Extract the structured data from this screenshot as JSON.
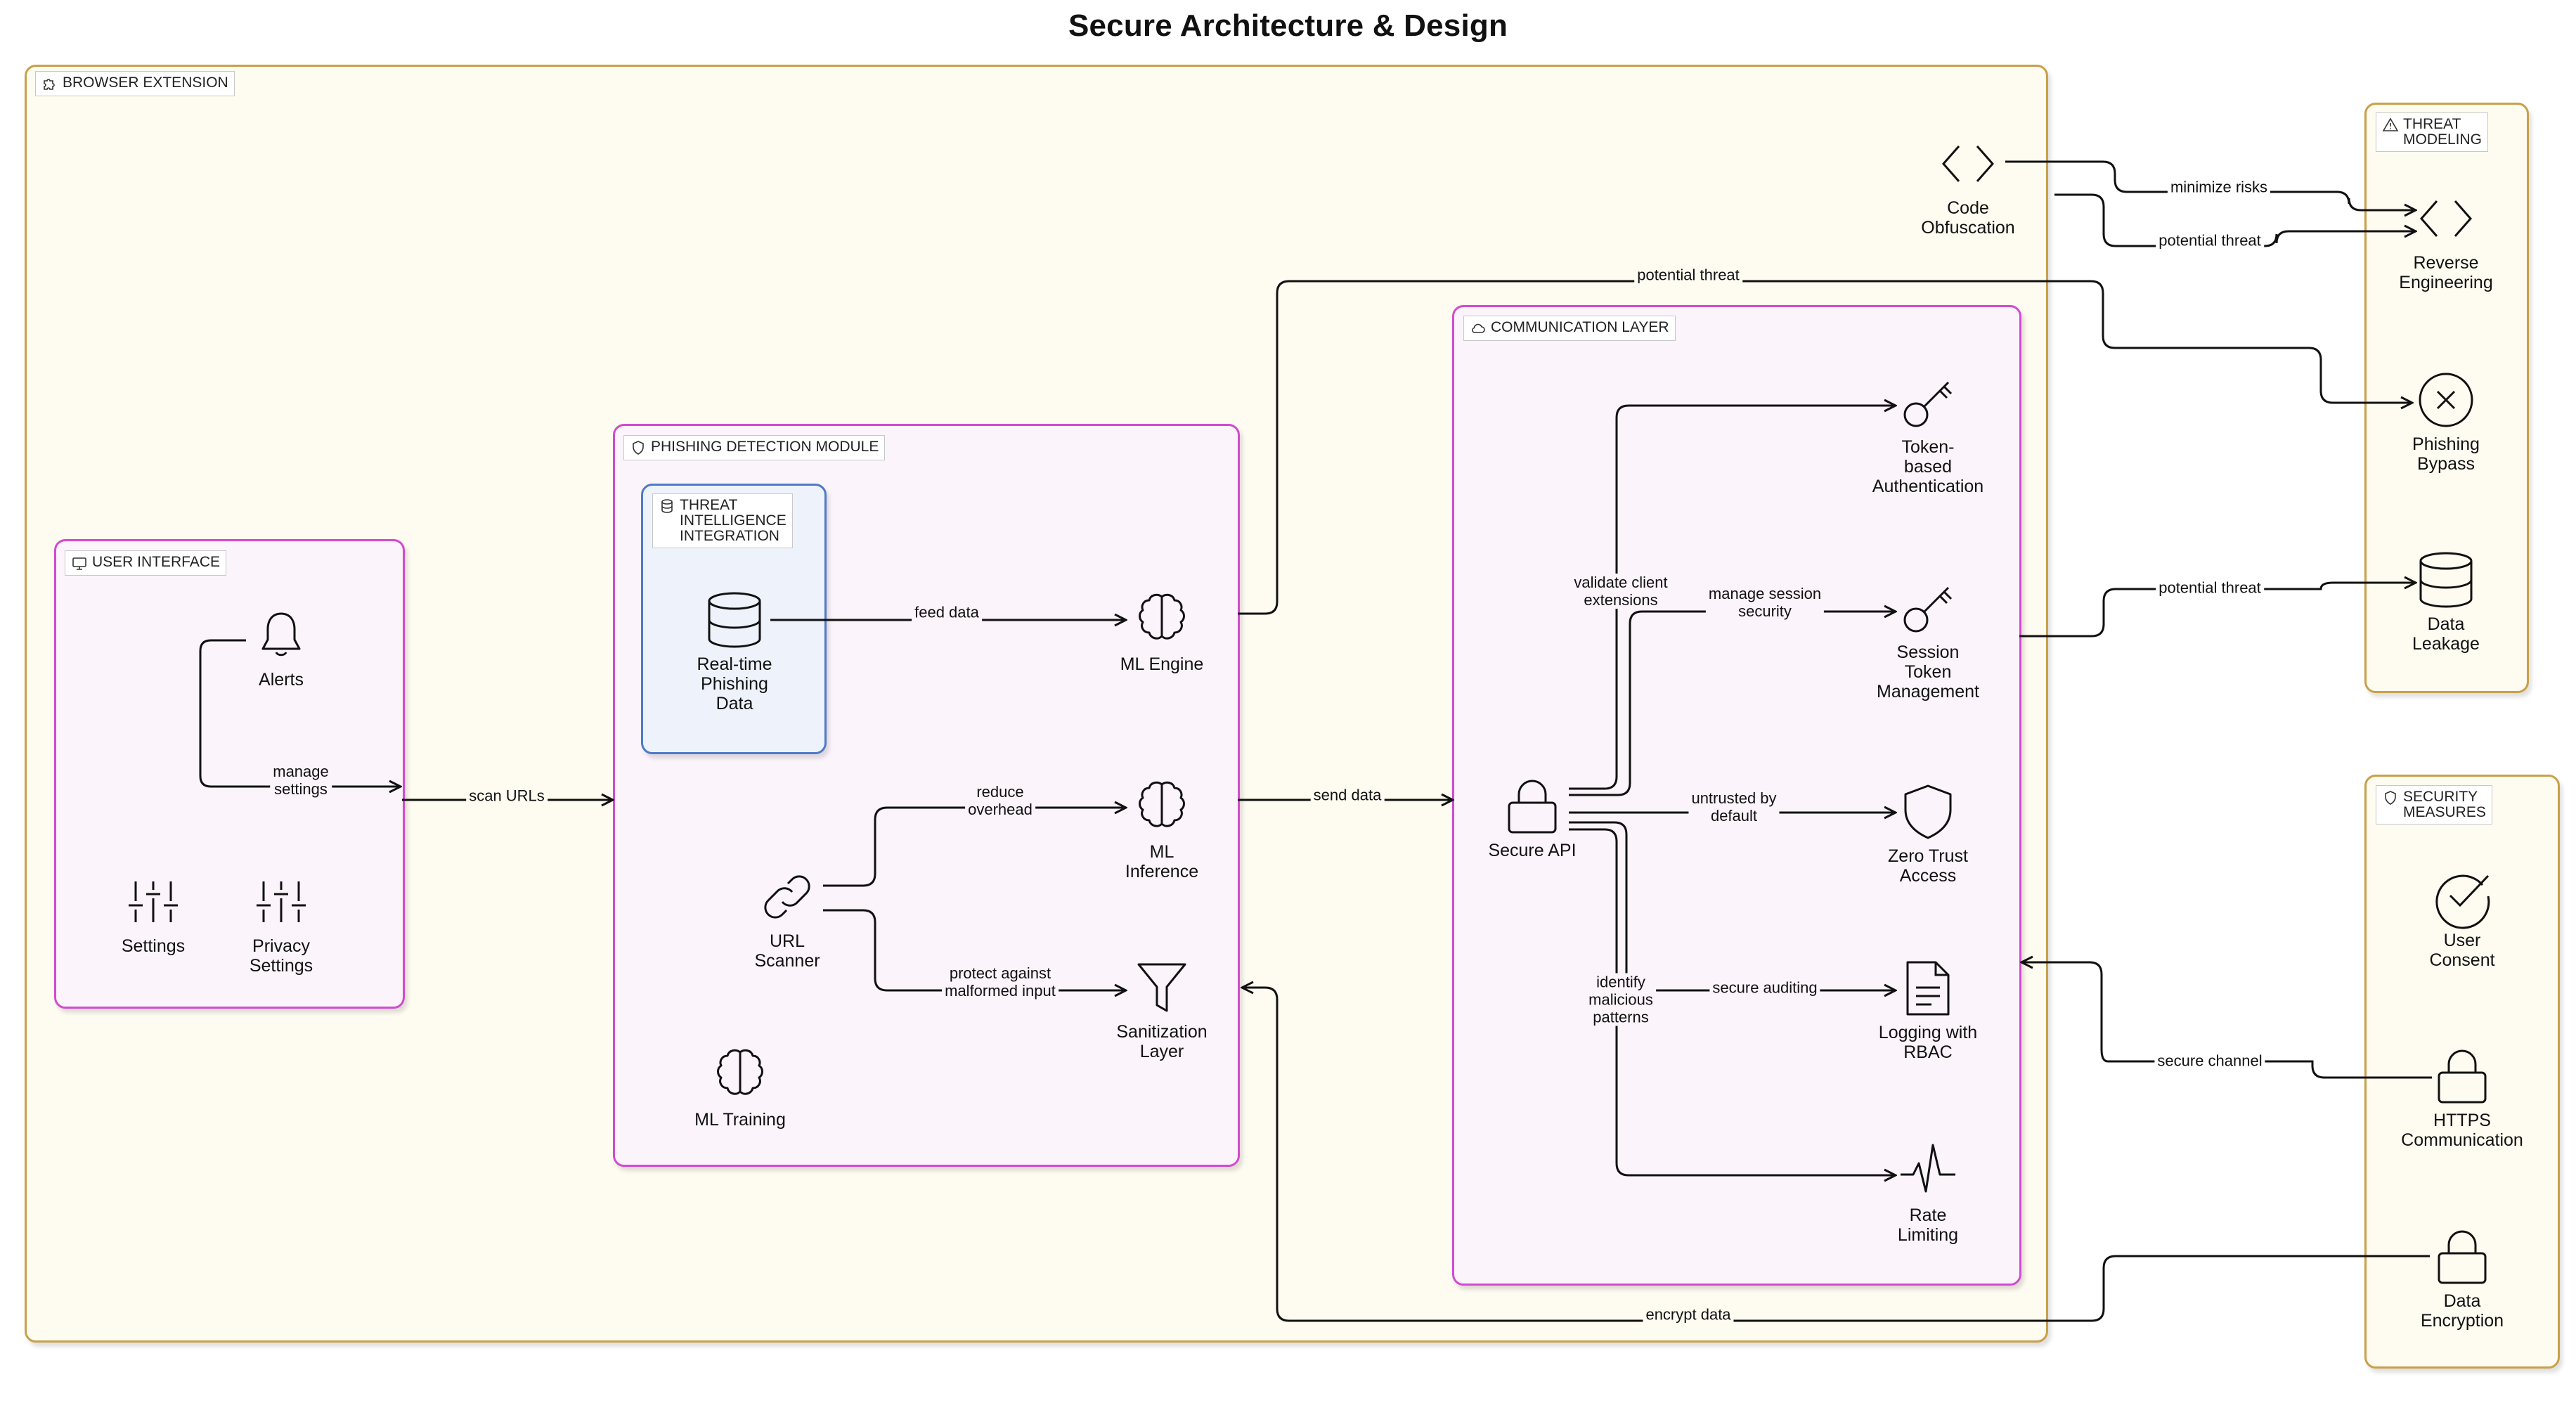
{
  "title": "Secure Architecture & Design",
  "groups": {
    "browser_extension": {
      "label": "BROWSER EXTENSION",
      "icon": "puzzle-icon"
    },
    "user_interface": {
      "label": "USER INTERFACE",
      "icon": "monitor-icon"
    },
    "phishing_detection": {
      "label": "PHISHING DETECTION MODULE",
      "icon": "shield-icon"
    },
    "threat_intel": {
      "label": "THREAT\nINTELLIGENCE\nINTEGRATION",
      "icon": "database-icon"
    },
    "communication": {
      "label": "COMMUNICATION LAYER",
      "icon": "cloud-icon"
    },
    "threat_modeling": {
      "label": "THREAT\nMODELING",
      "icon": "warning-icon"
    },
    "security_measures": {
      "label": "SECURITY\nMEASURES",
      "icon": "shield-icon"
    }
  },
  "nodes": {
    "alerts": {
      "label": "Alerts",
      "icon": "bell-icon"
    },
    "settings": {
      "label": "Settings",
      "icon": "sliders-icon"
    },
    "privacy_settings": {
      "label": "Privacy\nSettings",
      "icon": "sliders-icon"
    },
    "realtime_data": {
      "label": "Real-time\nPhishing\nData",
      "icon": "database-icon"
    },
    "ml_engine": {
      "label": "ML Engine",
      "icon": "brain-icon"
    },
    "ml_inference": {
      "label": "ML\nInference",
      "icon": "brain-icon"
    },
    "url_scanner": {
      "label": "URL\nScanner",
      "icon": "link-icon"
    },
    "sanitization": {
      "label": "Sanitization\nLayer",
      "icon": "filter-icon"
    },
    "ml_training": {
      "label": "ML Training",
      "icon": "brain-icon"
    },
    "code_obfuscation": {
      "label": "Code\nObfuscation",
      "icon": "code-icon"
    },
    "secure_api": {
      "label": "Secure API",
      "icon": "lock-icon"
    },
    "token_auth": {
      "label": "Token-\nbased\nAuthentication",
      "icon": "key-icon"
    },
    "session_token": {
      "label": "Session\nToken\nManagement",
      "icon": "key-icon"
    },
    "zero_trust": {
      "label": "Zero Trust\nAccess",
      "icon": "shield-icon"
    },
    "logging_rbac": {
      "label": "Logging with\nRBAC",
      "icon": "document-icon"
    },
    "rate_limiting": {
      "label": "Rate\nLimiting",
      "icon": "pulse-icon"
    },
    "reverse_engineering": {
      "label": "Reverse\nEngineering",
      "icon": "code-icon"
    },
    "phishing_bypass": {
      "label": "Phishing\nBypass",
      "icon": "x-circle-icon"
    },
    "data_leakage": {
      "label": "Data\nLeakage",
      "icon": "database-icon"
    },
    "user_consent": {
      "label": "User\nConsent",
      "icon": "check-circle-icon"
    },
    "https_comm": {
      "label": "HTTPS\nCommunication",
      "icon": "lock-icon"
    },
    "data_encryption": {
      "label": "Data\nEncryption",
      "icon": "lock-icon"
    }
  },
  "edges": {
    "manage_settings": "manage\nsettings",
    "scan_urls": "scan URLs",
    "feed_data": "feed data",
    "reduce_overhead": "reduce\noverhead",
    "protect_input": "protect against\nmalformed input",
    "send_data": "send data",
    "potential_threat_top": "potential threat",
    "encrypt_data": "encrypt data",
    "validate_clients": "validate client\nextensions",
    "manage_session": "manage session\nsecurity",
    "untrusted_default": "untrusted by\ndefault",
    "identify_patterns": "identify\nmalicious\npatterns",
    "secure_auditing": "secure auditing",
    "minimize_risks": "minimize risks",
    "potential_threat_code": "potential threat",
    "potential_threat_comm": "potential threat",
    "secure_channel": "secure channel"
  }
}
